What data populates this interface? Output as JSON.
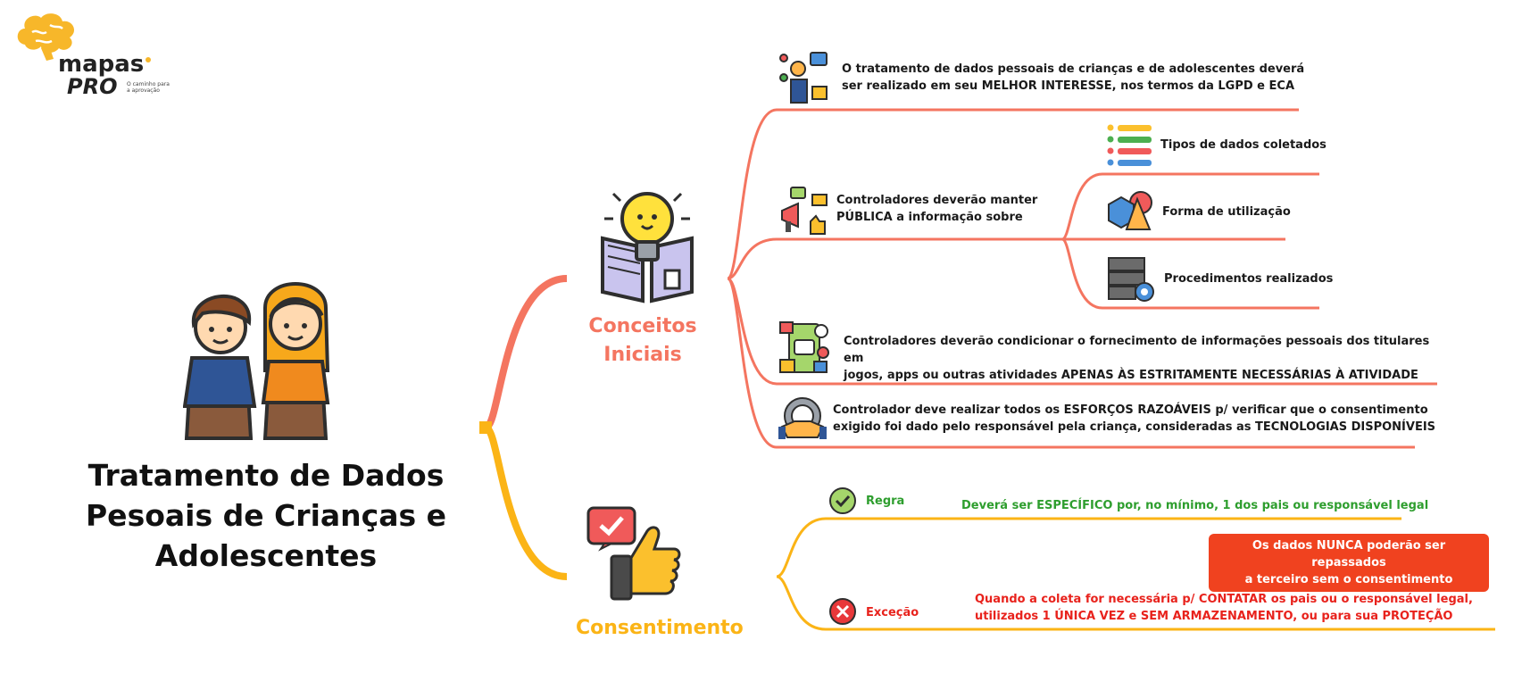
{
  "logo": {
    "word1": "mapas",
    "word2": "PRO",
    "tagline1": "O caminho para",
    "tagline2": "a aprovação"
  },
  "title": {
    "line1": "Tratamento de Dados",
    "line2": "Pesoais de Crianças e",
    "line3": "Adolescentes"
  },
  "branches": {
    "conceitos": {
      "label_line1": "Conceitos",
      "label_line2": "Iniciais",
      "color": "#f47560",
      "items": {
        "melhor_interesse": {
          "line1": "O tratamento de dados pessoais de crianças e de adolescentes deverá",
          "line2": "ser realizado em seu MELHOR INTERESSE, nos termos da LGPD e ECA"
        },
        "publica": {
          "line1": "Controladores deverão manter",
          "line2": "PÚBLICA a informação sobre",
          "subitems": {
            "tipos": "Tipos de dados coletados",
            "forma": "Forma de utilização",
            "procedimentos": "Procedimentos realizados"
          }
        },
        "condicionar": {
          "line1": "Controladores deverão condicionar o fornecimento de informações pessoais dos titulares em",
          "line2": "jogos, apps ou outras atividades APENAS ÀS ESTRITAMENTE NECESSÁRIAS À ATIVIDADE"
        },
        "esforcos": {
          "line1": "Controlador deve realizar todos os ESFORÇOS RAZOÁVEIS p/ verificar que o consentimento",
          "line2": "exigido foi dado pelo responsável pela criança, consideradas as TECNOLOGIAS DISPONÍVEIS"
        }
      }
    },
    "consentimento": {
      "label": "Consentimento",
      "color": "#fbb416",
      "regra": {
        "label": "Regra",
        "text": "Deverá ser ESPECÍFICO por, no mínimo, 1 dos pais ou responsável legal",
        "color": "#2e9e2e"
      },
      "excecao": {
        "label": "Exceção",
        "line1": "Quando a coleta for necessária p/ CONTATAR os pais ou o responsável legal,",
        "line2": "utilizados 1 ÚNICA VEZ e SEM ARMAZENAMENTO, ou para sua PROTEÇÃO",
        "color": "#e8221c"
      },
      "callout": {
        "line1": "Os dados NUNCA poderão ser repassados",
        "line2": "a terceiro sem o consentimento",
        "color": "#f0421f"
      }
    }
  },
  "icons": [
    "brain-icon",
    "children-icon",
    "lightbulb-book-icon",
    "thumbs-up-icon",
    "concept-icon",
    "megaphone-icon",
    "list-icon",
    "shapes-icon",
    "server-gear-icon",
    "apps-icon",
    "handshake-gear-icon",
    "check-circle-icon",
    "x-circle-icon"
  ]
}
